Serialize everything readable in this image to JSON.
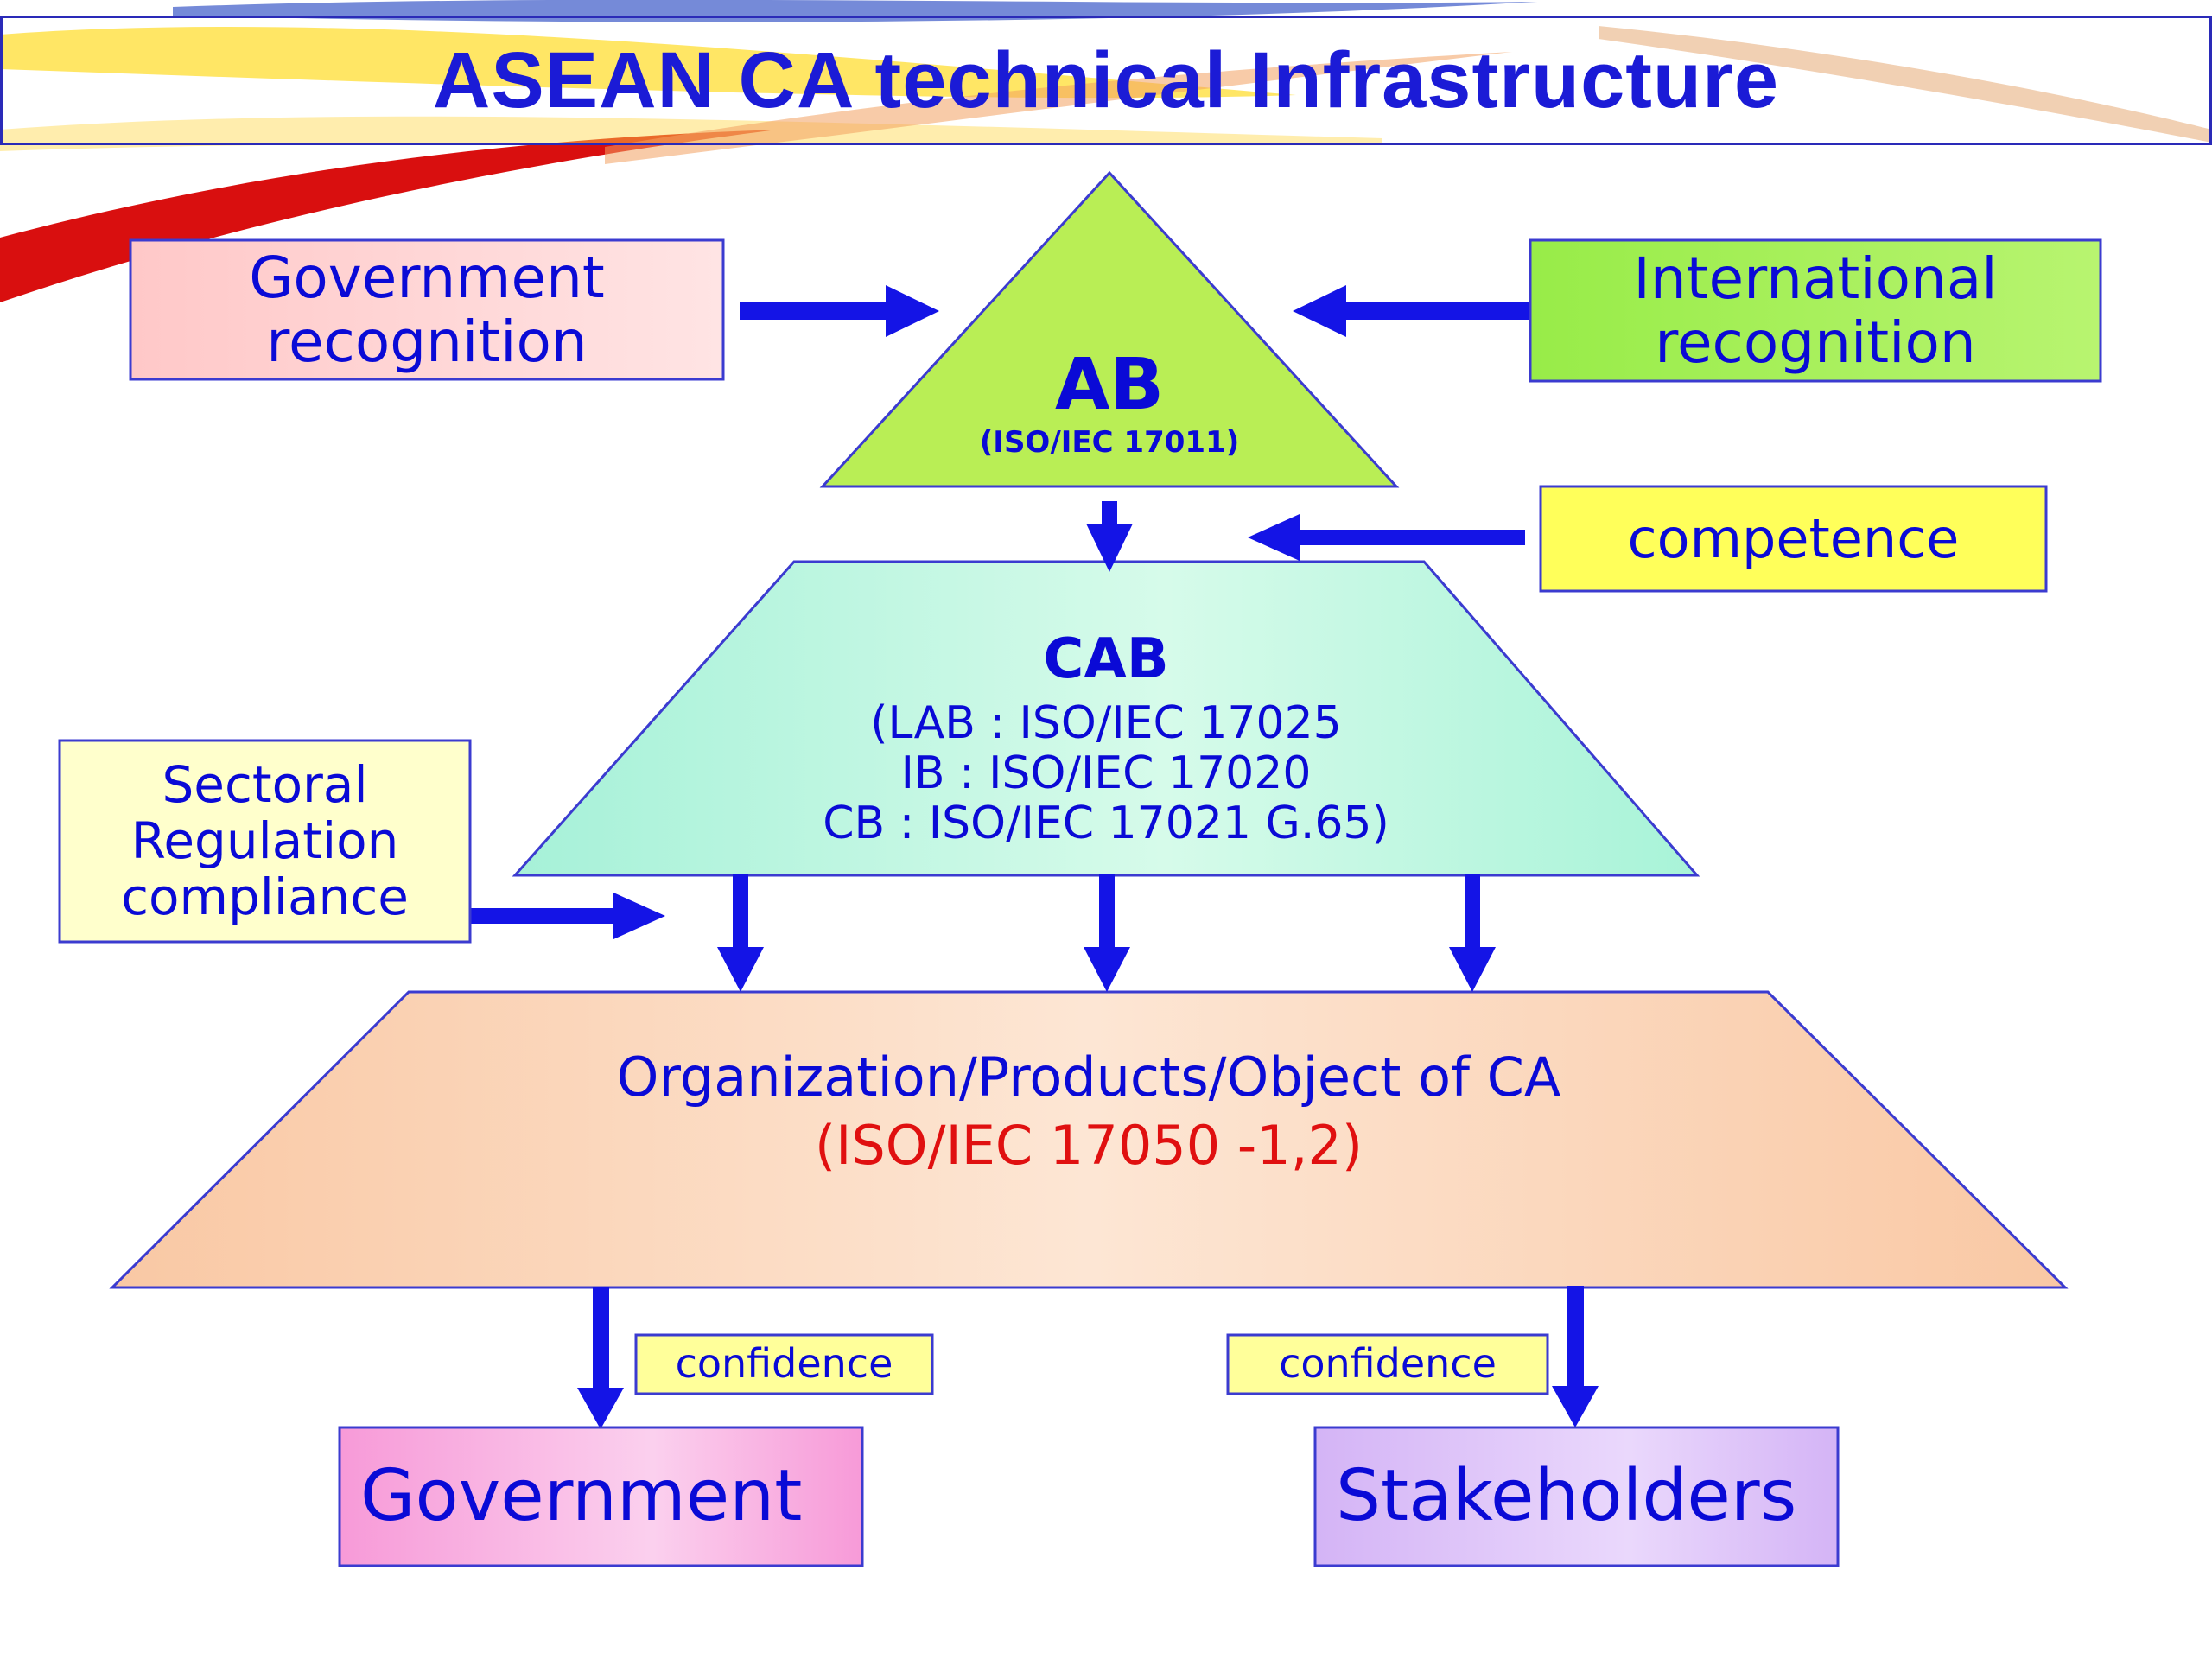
{
  "title": "ASEAN CA technical Infrastructure",
  "ab": {
    "name": "AB",
    "standard": "(ISO/IEC 17011)"
  },
  "cab": {
    "name": "CAB",
    "lines": [
      "(LAB : ISO/IEC 17025",
      "IB : ISO/IEC 17020",
      "CB : ISO/IEC 17021 G.65)"
    ]
  },
  "org": {
    "name": "Organization/Products/Object of CA",
    "standard": "(ISO/IEC 17050 -1,2)"
  },
  "inputs": {
    "government_recognition": "Government recognition",
    "international_recognition": "International recognition",
    "competence": "competence",
    "sectoral": [
      "Sectoral",
      "Regulation",
      "compliance"
    ]
  },
  "outputs": {
    "confidence_left": "confidence",
    "confidence_right": "confidence",
    "government": "Government",
    "stakeholders": "Stakeholders"
  },
  "colors": {
    "arrow": "#1414e6",
    "text": "#0a0ad6",
    "accent_red": "#e01010",
    "ab_fill": "#b9ee55",
    "cab_fill": "#aef4dc",
    "org_fill": "#fbd2b0",
    "gov_recognition_fill": "#ffd6d6",
    "intl_recognition_fill": "#a6f05a",
    "competence_fill": "#ffff5a",
    "sectoral_fill": "#ffffcc",
    "confidence_fill": "#ffff9a",
    "government_fill": "#f7a8e8",
    "stakeholders_fill": "#dcc0f8"
  }
}
